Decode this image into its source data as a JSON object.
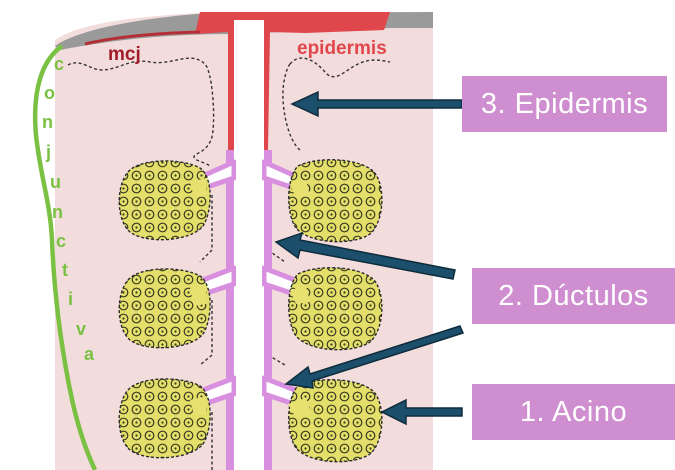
{
  "diagram": {
    "labels": {
      "mcj": "mcj",
      "epidermis": "epidermis",
      "conjuntiva_letters": [
        "c",
        "o",
        "n",
        "j",
        "u",
        "n",
        "c",
        "t",
        "i",
        "v",
        "a"
      ]
    },
    "callouts": [
      {
        "id": "epidermis",
        "text": "3. Epidermis"
      },
      {
        "id": "ductulos",
        "text": "2. Dúctulos"
      },
      {
        "id": "acino",
        "text": "1. Acino"
      }
    ],
    "colors": {
      "tissue": "#f3dcdc",
      "epidermis_red": "#e0474c",
      "skin_gray": "#9a9a9a",
      "conjunctiva_green": "#7ac143",
      "acinus_yellow": "#e3df6a",
      "duct_lilac": "#d98fe0",
      "arrow_blue": "#1b4f6b",
      "callout_bg": "#cf8ecf"
    }
  }
}
